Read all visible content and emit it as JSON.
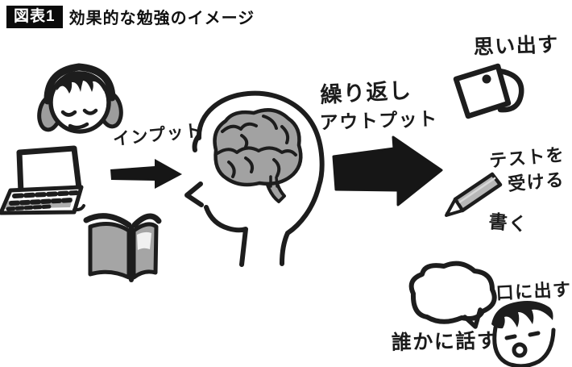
{
  "title": {
    "badge": "図表1",
    "heading": "効果的な勉強のイメージ"
  },
  "flow": {
    "input_label": "インプット",
    "output_label_line1": "繰り返し",
    "output_label_line2": "アウトプット"
  },
  "outputs": {
    "recall": "思い出す",
    "test_line1": "テストを",
    "test_line2": "受ける",
    "write": "書く",
    "speak_aloud": "口に出す",
    "tell_someone": "誰かに話す"
  },
  "icons": {
    "input_side": [
      "headphones-person-icon",
      "laptop-icon",
      "open-book-icon"
    ],
    "center": [
      "head-profile-icon",
      "brain-icon"
    ],
    "output_side": [
      "mug-icon",
      "pencil-icon",
      "speech-bubble-icon",
      "talking-face-icon"
    ],
    "arrows": [
      "input-arrow-icon",
      "output-arrow-icon"
    ]
  },
  "colors": {
    "ink": "#1d1d1d",
    "gray_fill": "#a5a5a5",
    "light_gray_fill": "#b8b8b8",
    "badge_background": "#0b0b0b",
    "background": "#ffffff"
  }
}
